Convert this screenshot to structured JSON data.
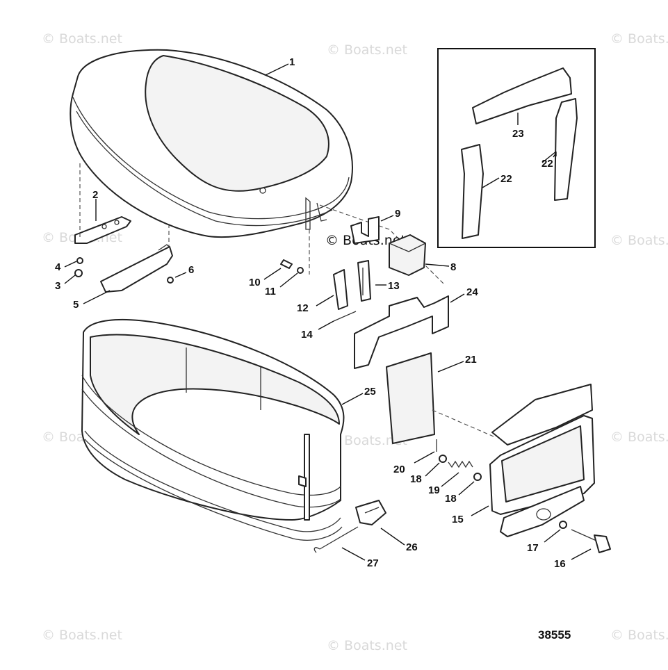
{
  "watermark": "© Boats.net",
  "center_watermark": "© Boats.net",
  "figure_number": "38555",
  "callouts": {
    "c1": "1",
    "c2": "2",
    "c3": "3",
    "c4": "4",
    "c5": "5",
    "c6": "6",
    "c8": "8",
    "c9": "9",
    "c10": "10",
    "c11": "11",
    "c12": "12",
    "c13": "13",
    "c14": "14",
    "c15": "15",
    "c16": "16",
    "c17": "17",
    "c18a": "18",
    "c18b": "18",
    "c19": "19",
    "c20": "20",
    "c21": "21",
    "c22a": "22",
    "c22b": "22",
    "c23": "23",
    "c24": "24",
    "c25": "25",
    "c26": "26",
    "c27": "27"
  }
}
